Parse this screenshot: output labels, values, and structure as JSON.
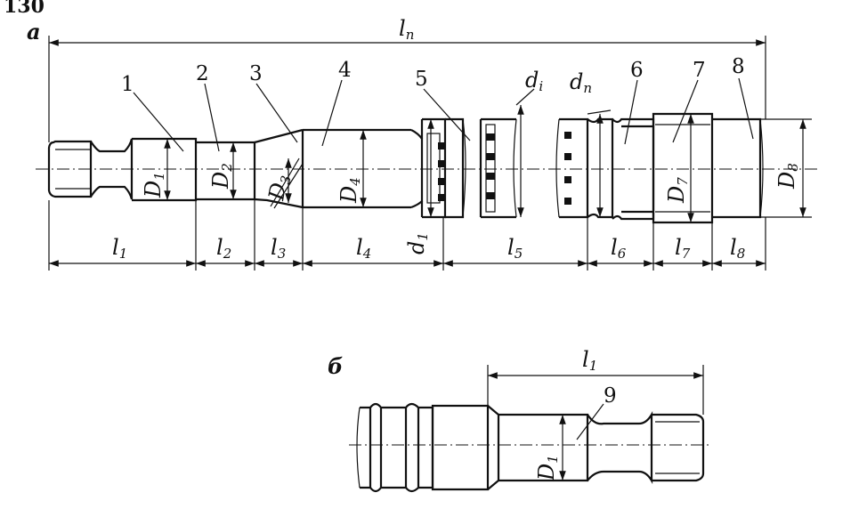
{
  "figure_number": "130",
  "view_a_label": "а",
  "view_b_label": "б",
  "part_numbers": [
    "1",
    "2",
    "3",
    "4",
    "5",
    "6",
    "7",
    "8",
    "9"
  ],
  "total_length_label": {
    "base": "l",
    "sub": "п"
  },
  "length_labels": [
    {
      "base": "l",
      "sub": "1"
    },
    {
      "base": "l",
      "sub": "2"
    },
    {
      "base": "l",
      "sub": "3"
    },
    {
      "base": "l",
      "sub": "4"
    },
    {
      "base": "l",
      "sub": "5"
    },
    {
      "base": "l",
      "sub": "6"
    },
    {
      "base": "l",
      "sub": "7"
    },
    {
      "base": "l",
      "sub": "8"
    }
  ],
  "diameter_labels": [
    {
      "base": "D",
      "sub": "1"
    },
    {
      "base": "D",
      "sub": "2"
    },
    {
      "base": "D",
      "sub": "3"
    },
    {
      "base": "D",
      "sub": "4"
    },
    {
      "base": "D",
      "sub": "7"
    },
    {
      "base": "D",
      "sub": "8"
    }
  ],
  "tooth_labels": [
    {
      "base": "d",
      "sub": "1"
    },
    {
      "base": "d",
      "sub": "i"
    },
    {
      "base": "d",
      "sub": "n"
    }
  ],
  "view_b_length": {
    "base": "l",
    "sub": "1"
  },
  "view_b_diameter": {
    "base": "D",
    "sub": "1"
  }
}
